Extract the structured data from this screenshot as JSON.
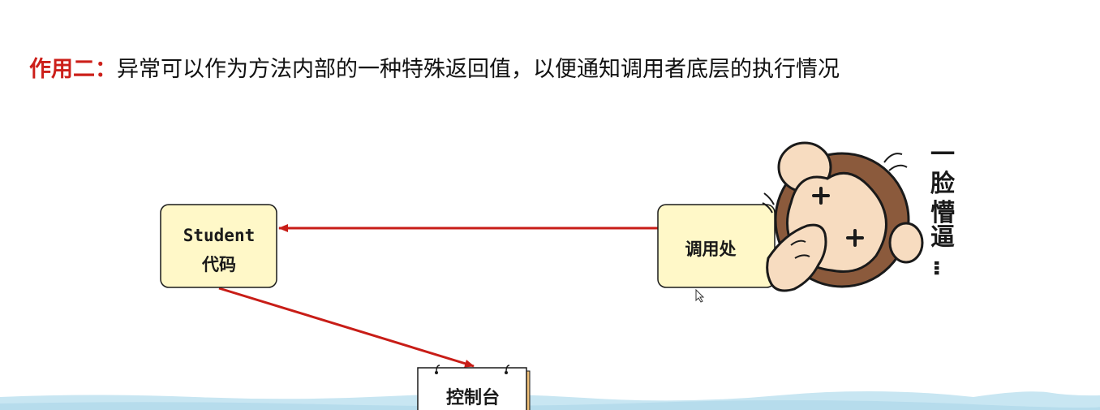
{
  "heading": {
    "label": "作用二：",
    "text": "异常可以作为方法内部的一种特殊返回值，以便通知调用者底层的执行情况"
  },
  "nodes": {
    "student": {
      "line1": "Student",
      "line2": "代码"
    },
    "caller": {
      "label": "调用处"
    },
    "console": {
      "label": "控制台"
    }
  },
  "monkey_caption": [
    "一",
    "脸",
    "懵",
    "逼",
    "…"
  ],
  "colors": {
    "accent": "#cc1f1a",
    "node_fill": "#fff8c8",
    "arrow": "#c81d17",
    "monkey_brown": "#8b5a3c",
    "monkey_face": "#f7dcc0",
    "water": "#c8e6f2"
  }
}
